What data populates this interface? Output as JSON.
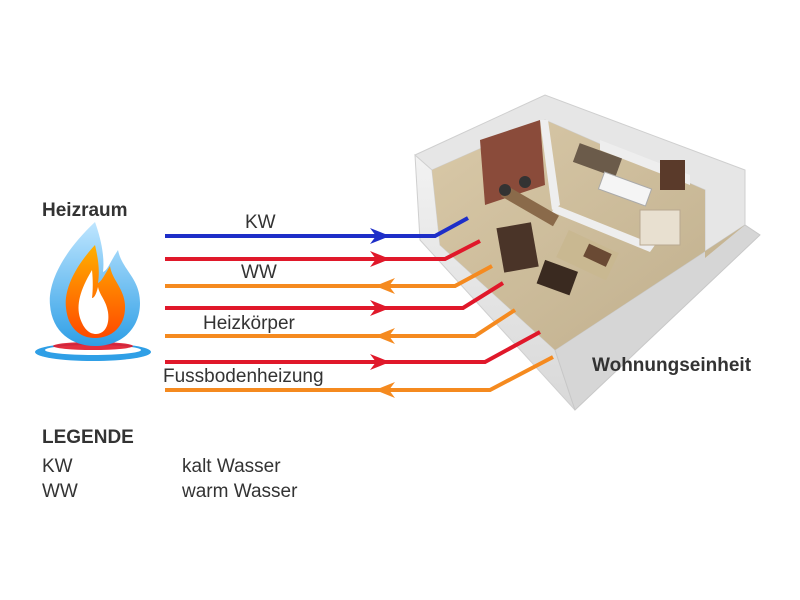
{
  "heizraum": {
    "label": "Heizraum",
    "icon": "flame-icon"
  },
  "wohnung": {
    "label": "Wohnungseinheit",
    "image": "apartment-cutaway-image"
  },
  "lines": [
    {
      "label": "KW",
      "colors": [
        "#1e2ec8"
      ]
    },
    {
      "label": "WW",
      "colors": [
        "#e0182a",
        "#f58a1f"
      ]
    },
    {
      "label": "Heizkörper",
      "colors": [
        "#e0182a",
        "#f58a1f"
      ]
    },
    {
      "label": "Fussbodenheizung",
      "colors": [
        "#e0182a",
        "#f58a1f"
      ]
    }
  ],
  "legend": {
    "heading": "LEGENDE",
    "items": [
      {
        "key": "KW",
        "value": "kalt Wasser"
      },
      {
        "key": "WW",
        "value": "warm Wasser"
      }
    ]
  }
}
